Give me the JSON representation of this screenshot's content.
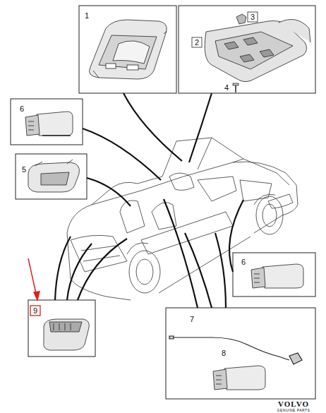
{
  "diagram": {
    "labels": [
      "1",
      "3",
      "2",
      "4",
      "6",
      "5",
      "6",
      "9",
      "7",
      "8",
      "VOLVO",
      "GENUINE PARTS"
    ]
  }
}
